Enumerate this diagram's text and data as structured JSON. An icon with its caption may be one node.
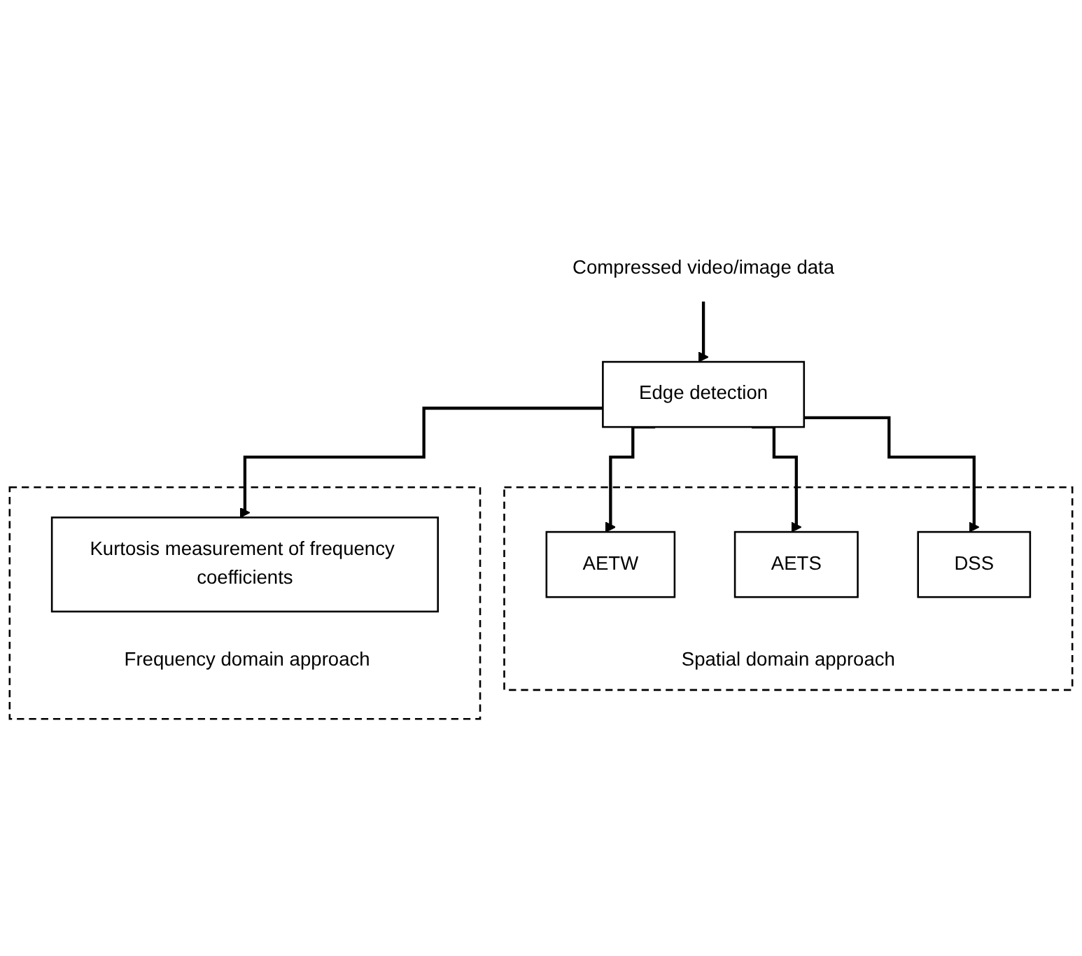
{
  "diagram": {
    "nodes": [
      {
        "text": [
          "Compressed video/image data"
        ]
      },
      {
        "text": [
          "Edge detection"
        ]
      },
      {
        "text": [
          "Spatial domain approach"
        ]
      },
      {
        "text": [
          "AETW"
        ],
        "in": 2
      },
      {
        "text": [
          "AETS"
        ],
        "in": 2
      },
      {
        "text": [
          "DSS"
        ],
        "in": 2
      },
      {
        "text": [
          "Frequency domain approach"
        ]
      },
      {
        "text": [
          "Kurtosis measurement of frequency coefficients"
        ],
        "in": 6
      }
    ],
    "edges": [
      {
        "from": 0,
        "to": 1,
        "arrow": "to"
      },
      {
        "from": 1,
        "to": 3,
        "arrow": "to"
      },
      {
        "from": 1,
        "to": 4,
        "arrow": "to"
      },
      {
        "from": 1,
        "to": 5,
        "arrow": "to"
      },
      {
        "from": 1,
        "to": 7,
        "arrow": "to"
      }
    ]
  }
}
